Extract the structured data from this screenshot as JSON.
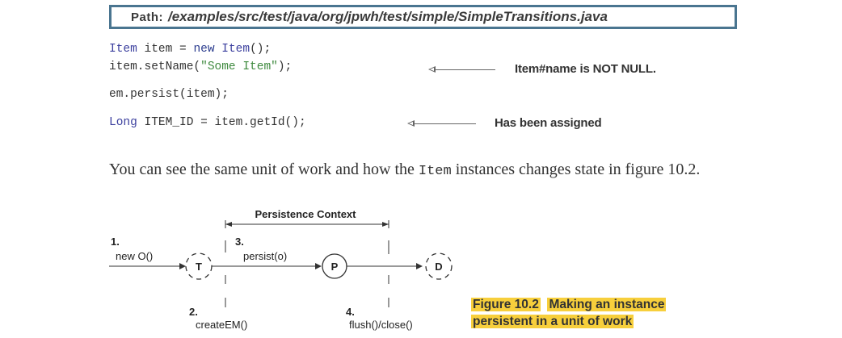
{
  "path_box": {
    "label": "Path:",
    "value": "/examples/src/test/java/org/jpwh/test/simple/SimpleTransitions.java"
  },
  "code": {
    "line1_kw_type": "Item",
    "line1_mid": " item = ",
    "line1_kw_new": "new",
    "line1_kw_type2": " Item",
    "line1_end": "();",
    "line2_start": "item.setName(",
    "line2_str": "\"Some Item\"",
    "line2_end": ");",
    "line3": "em.persist(item);",
    "line4_kw_type": "Long",
    "line4_rest": " ITEM_ID = item.getId();"
  },
  "annotations": {
    "a1": "Item#name is NOT NULL.",
    "a2": "Has been assigned"
  },
  "body_text": {
    "before": "You can see the same unit of work and how the ",
    "mono": "Item",
    "after": " instances changes state in figure 10.2."
  },
  "diagram": {
    "context_label": "Persistence Context",
    "step1_num": "1.",
    "step1_label": "new O()",
    "step2_num": "2.",
    "step2_label": "createEM()",
    "step3_num": "3.",
    "step3_label": "persist(o)",
    "step4_num": "4.",
    "step4_label": "flush()/close()",
    "state_t": "T",
    "state_p": "P",
    "state_d": "D"
  },
  "caption": {
    "fig_num": "Figure 10.2",
    "line1": "Making an instance",
    "line2": "persistent in a unit of work"
  }
}
